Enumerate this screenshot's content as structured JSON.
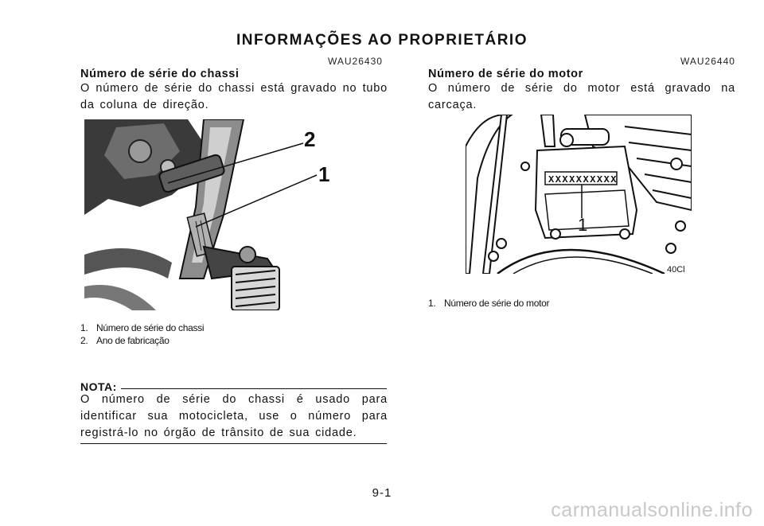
{
  "page": {
    "title": "INFORMAÇÕES AO PROPRIETÁRIO",
    "page_number": "9-1",
    "watermark": "carmanualsonline.info"
  },
  "left": {
    "code": "WAU26430",
    "heading": "Número de série do chassi",
    "body": "O número de série do chassi está gravado no tubo da coluna de direção.",
    "figure_labels": [
      "2",
      "1"
    ],
    "captions": [
      {
        "num": "1.",
        "text": "Número de série do chassi"
      },
      {
        "num": "2.",
        "text": "Ano de fabricação"
      }
    ],
    "note_label": "NOTA:",
    "note_body": "O número de série do chassi é usado para identificar sua motocicleta, use o número para registrá-lo no órgão de trânsito de sua cidade."
  },
  "right": {
    "code": "WAU26440",
    "heading": "Número de série do motor",
    "body": "O número de série do motor está gravado na carcaça.",
    "serial_stamp": "XXXXXXXXXX",
    "figure_label": "1",
    "figure_corner_text": "40Cl",
    "captions": [
      {
        "num": "1.",
        "text": "Número de série do motor"
      }
    ]
  }
}
